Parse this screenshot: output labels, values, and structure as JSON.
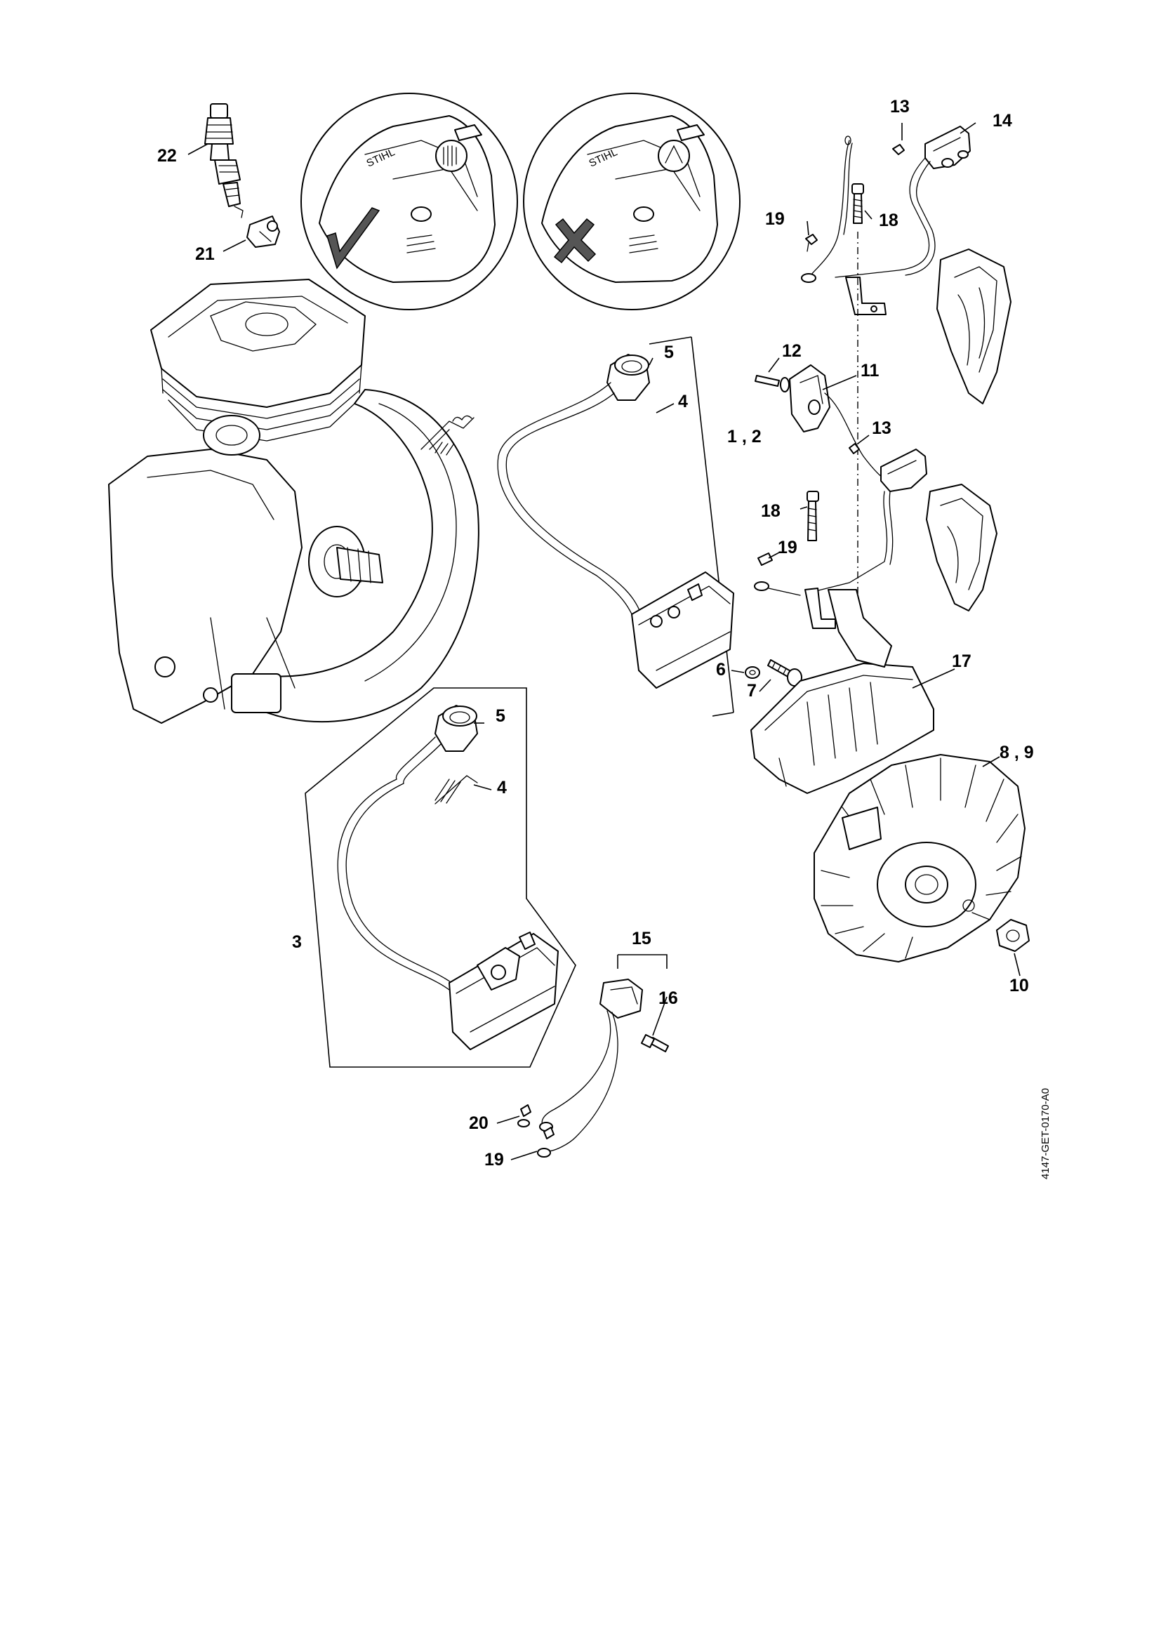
{
  "diagram": {
    "drawing_code": "4147-GET-0170-A0",
    "callouts": {
      "c13_top": "13",
      "c14": "14",
      "c22": "22",
      "c21": "21",
      "c19_top": "19",
      "c18_top": "18",
      "c5_top": "5",
      "c4_top": "4",
      "c12": "12",
      "c11": "11",
      "c1_2": "1 , 2",
      "c13_mid": "13",
      "c18_mid": "18",
      "c19_mid": "19",
      "c6": "6",
      "c7": "7",
      "c17": "17",
      "c5_low": "5",
      "c4_low": "4",
      "c8_9": "8 , 9",
      "c3": "3",
      "c15": "15",
      "c16": "16",
      "c10": "10",
      "c20": "20",
      "c19_low": "19"
    }
  }
}
